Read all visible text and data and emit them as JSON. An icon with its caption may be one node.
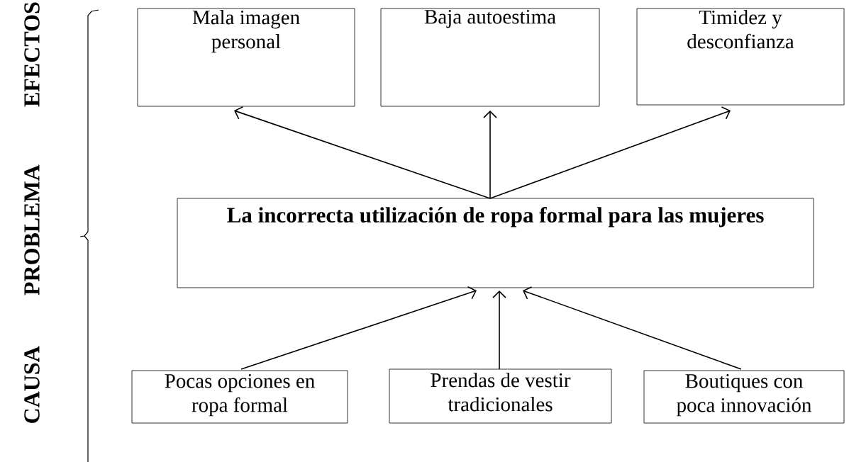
{
  "diagram": {
    "nodes": [
      {
        "text": [
          "Mala imagen personal"
        ]
      },
      {
        "text": [
          "Baja autoestima"
        ]
      },
      {
        "text": [
          "Timidez y desconfianza"
        ]
      },
      {
        "text": [
          "La incorrecta utilización de ropa formal para las mujeres"
        ]
      },
      {
        "text": [
          "Pocas opciones en ropa formal"
        ]
      },
      {
        "text": [
          "Prendas de vestir tradicionales"
        ]
      },
      {
        "text": [
          "Boutiques con poca innovación"
        ]
      }
    ],
    "edges": [
      {
        "from": 3,
        "to": 0,
        "arrow": "to"
      },
      {
        "from": 3,
        "to": 1,
        "arrow": "to"
      },
      {
        "from": 3,
        "to": 2,
        "arrow": "to"
      },
      {
        "from": 4,
        "to": 3,
        "arrow": "to"
      },
      {
        "from": 5,
        "to": 3,
        "arrow": "to"
      },
      {
        "from": 6,
        "to": 3,
        "arrow": "to"
      }
    ],
    "labels": [
      "EFECTOS",
      "PROBLEMA",
      "CAUSA"
    ]
  }
}
